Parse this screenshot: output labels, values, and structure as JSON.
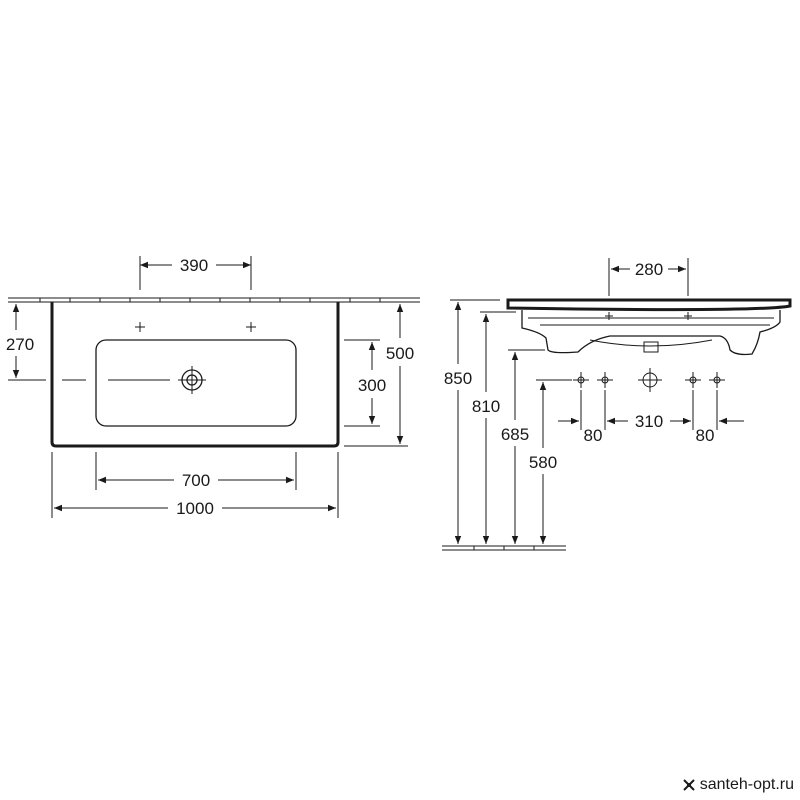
{
  "top_view": {
    "dims": {
      "tap_spacing": "390",
      "depth_to_taphole": "270",
      "overall_depth": "500",
      "bowl_depth": "300",
      "bowl_width": "700",
      "overall_width": "1000"
    }
  },
  "side_view": {
    "dims": {
      "bowl_width": "280",
      "height_top": "850",
      "height_rim": "810",
      "height_bowl": "685",
      "height_outlet": "580",
      "tap_offset_left": "80",
      "tap_spacing": "310",
      "tap_offset_right": "80"
    }
  },
  "watermark": {
    "text": "santeh-opt.ru"
  }
}
